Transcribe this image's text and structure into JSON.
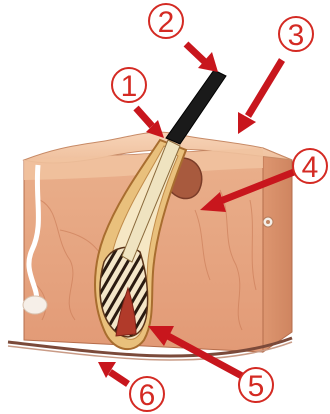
{
  "diagram": {
    "callouts": [
      {
        "id": 1,
        "label": "1"
      },
      {
        "id": 2,
        "label": "2"
      },
      {
        "id": 3,
        "label": "3"
      },
      {
        "id": 4,
        "label": "4"
      },
      {
        "id": 5,
        "label": "5"
      },
      {
        "id": 6,
        "label": "6"
      }
    ],
    "colors": {
      "callout": "#d42a23",
      "arrow": "#c8161d",
      "skin_surface": "#f3c6a4",
      "dermis": "#e7b08c",
      "side_face": "#d98e66",
      "hair_shaft": "#1a1a1a",
      "follicle": "#d9a15c"
    }
  }
}
